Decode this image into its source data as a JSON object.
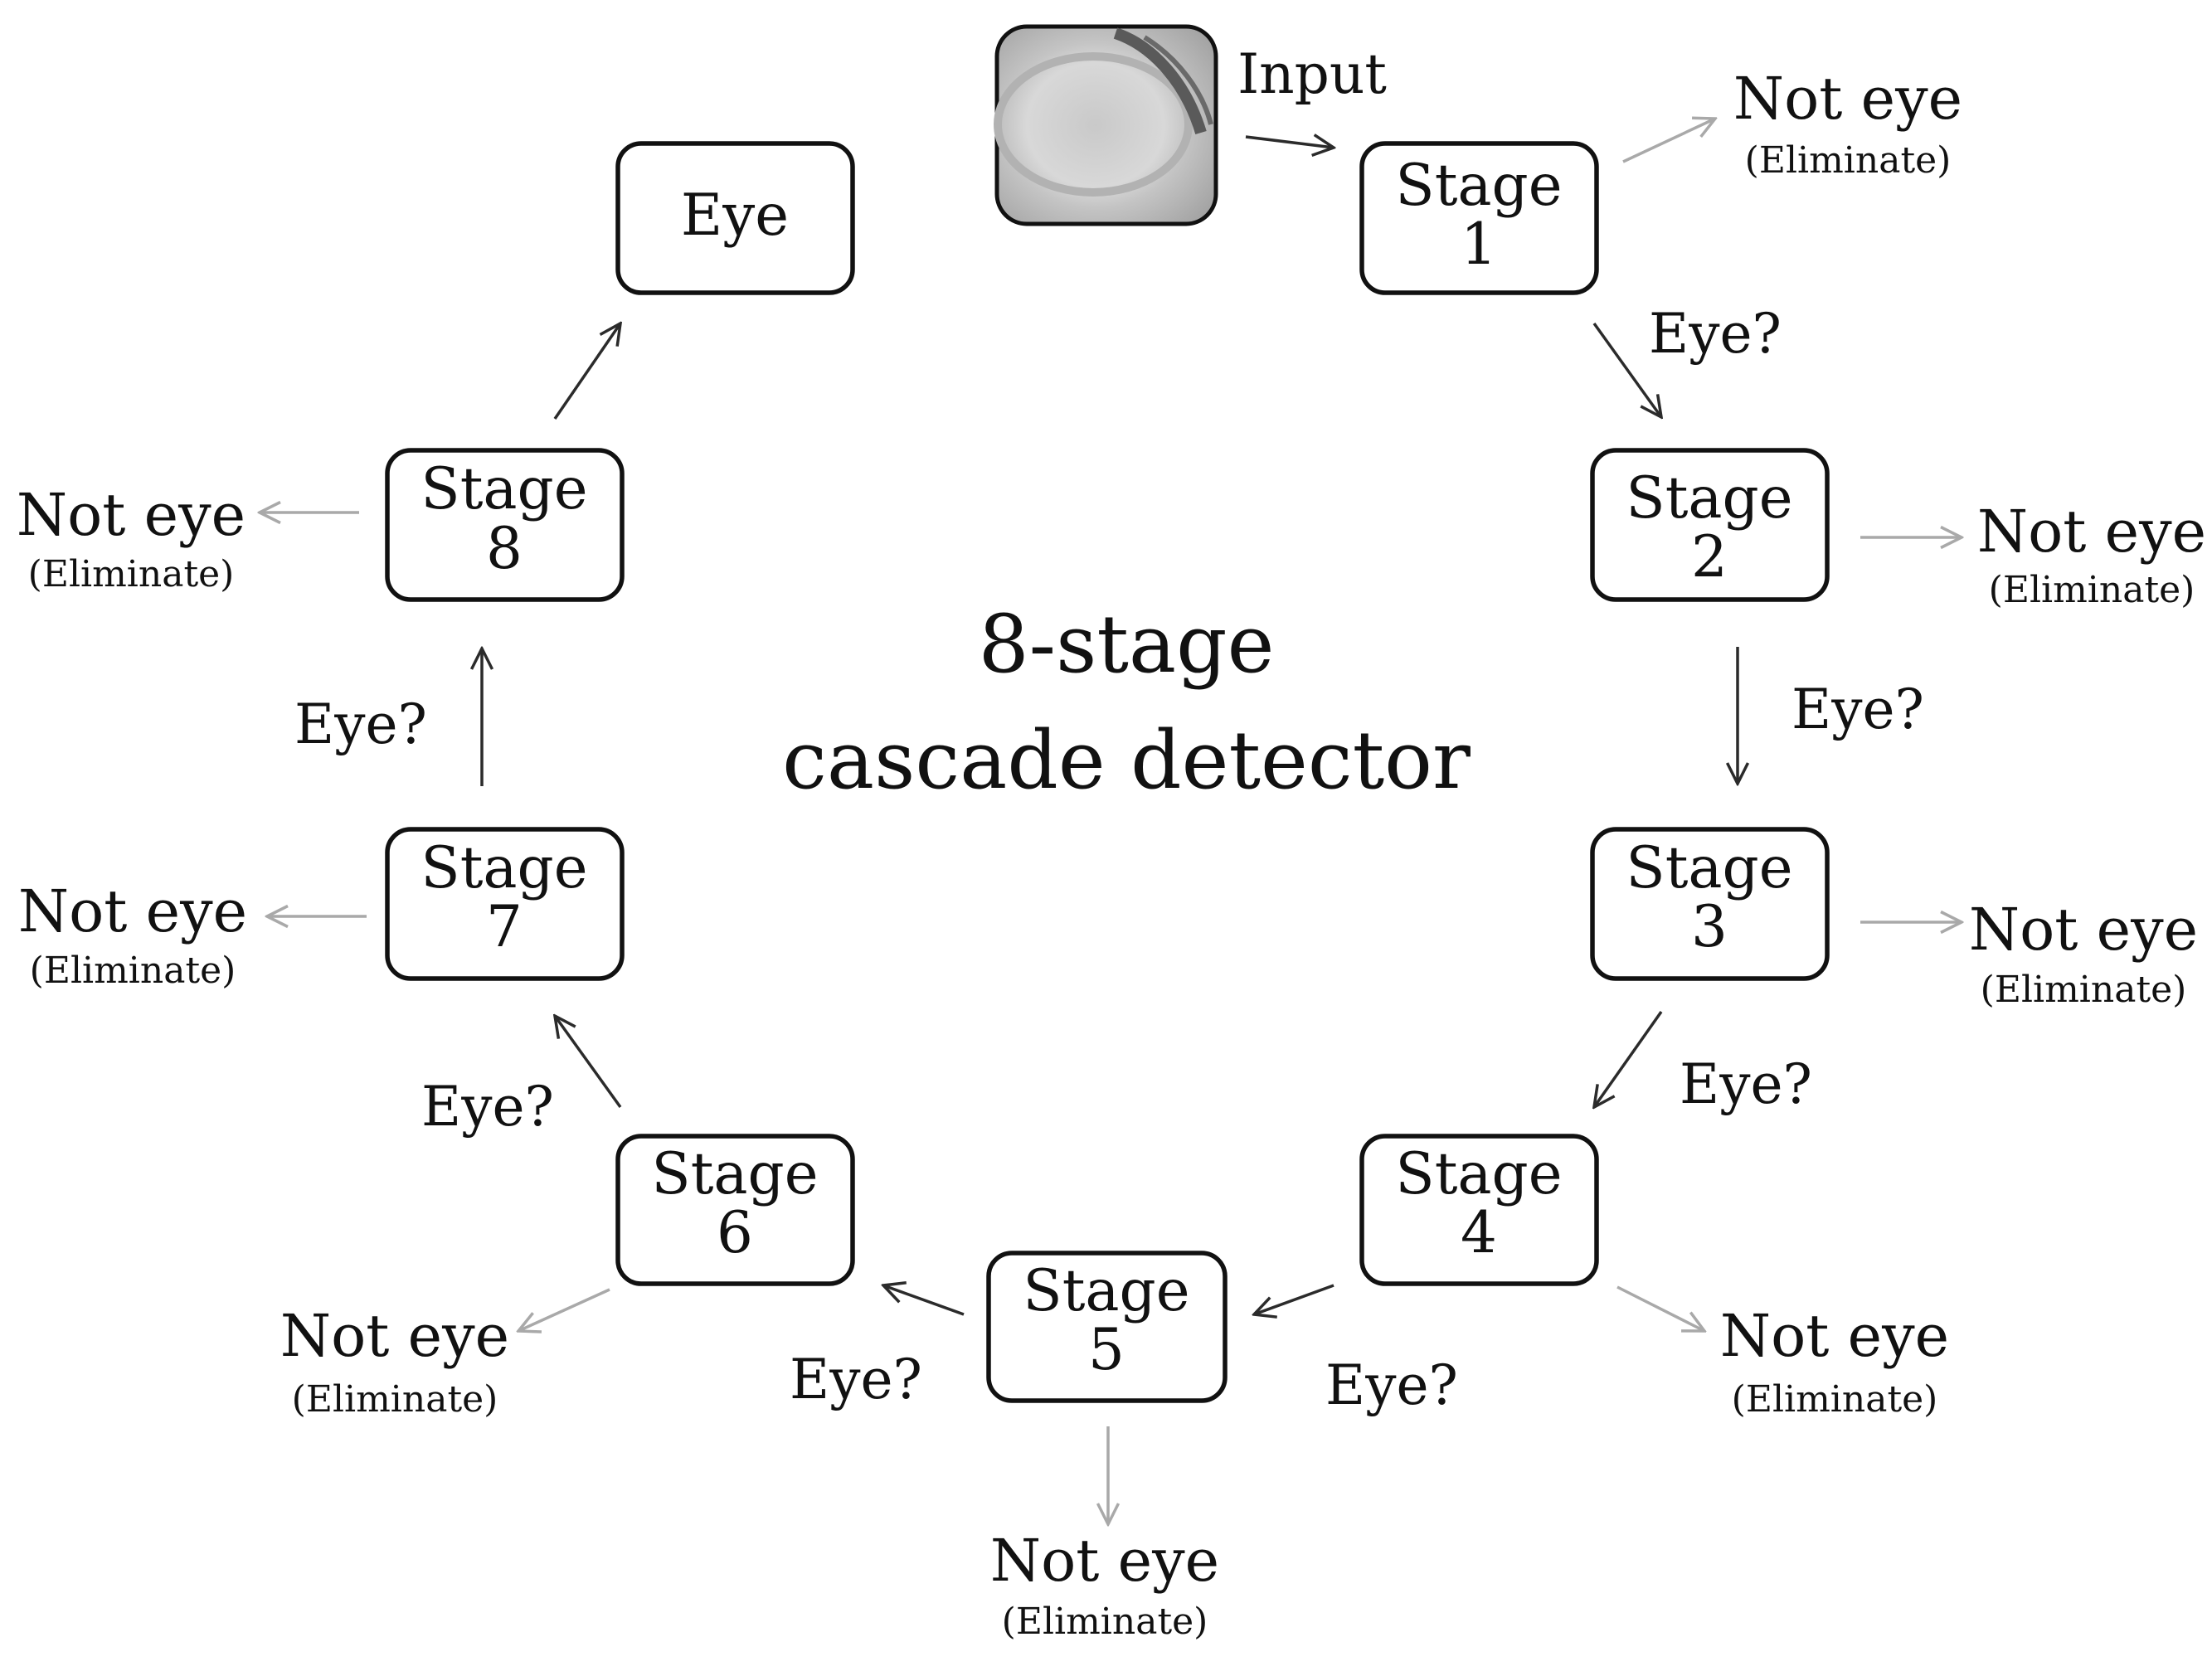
{
  "title": {
    "line1": "8-stage",
    "line2": "cascade detector"
  },
  "input": {
    "label": "Input",
    "image": "grayscale eye patch"
  },
  "output": {
    "label": "Eye"
  },
  "stages": [
    {
      "label": "Stage",
      "num": "1"
    },
    {
      "label": "Stage",
      "num": "2"
    },
    {
      "label": "Stage",
      "num": "3"
    },
    {
      "label": "Stage",
      "num": "4"
    },
    {
      "label": "Stage",
      "num": "5"
    },
    {
      "label": "Stage",
      "num": "6"
    },
    {
      "label": "Stage",
      "num": "7"
    },
    {
      "label": "Stage",
      "num": "8"
    }
  ],
  "edge_label": "Eye?",
  "reject": {
    "label": "Not eye",
    "sub": "(Eliminate)"
  },
  "colors": {
    "text": "#111111",
    "arrow": "#2b2b2b",
    "reject_arrow": "#a9a9a9"
  }
}
